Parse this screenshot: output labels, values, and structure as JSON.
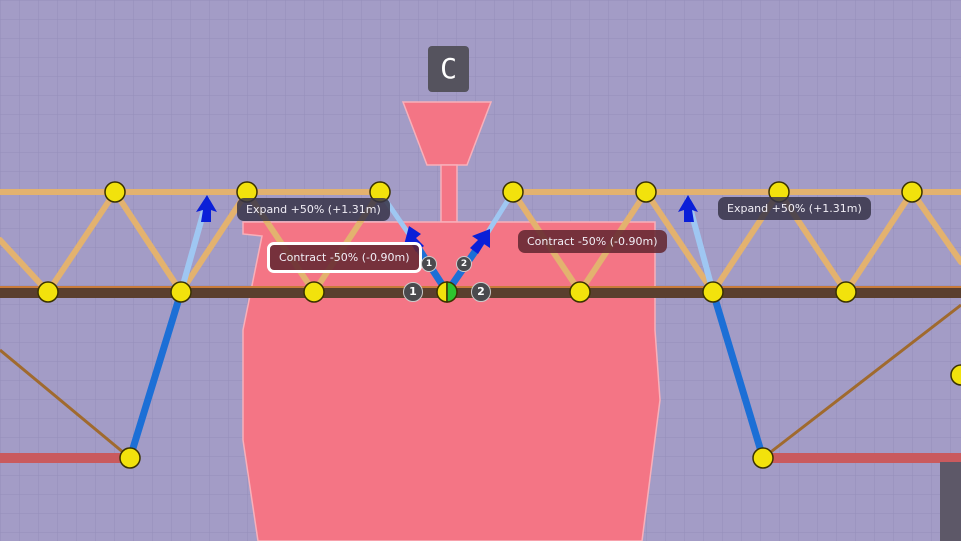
{
  "hud": {
    "mode_button": "C"
  },
  "labels": {
    "expand_left": "Expand +50% (+1.31m)",
    "contract_left": "Contract -50% (-0.90m)",
    "contract_right": "Contract -50% (-0.90m)",
    "expand_right": "Expand +50% (+1.31m)"
  },
  "badges": {
    "deck_left": "1",
    "deck_right": "2",
    "piston_left": "1",
    "piston_right": "2"
  },
  "colors": {
    "background": "#a39cc6",
    "boat": "#f47585",
    "wood": "#e3b26f",
    "deck": "#5a3f2e",
    "hydraulic": "#1c6fd6",
    "node": "#f2e20c",
    "road": "#c95a5e"
  }
}
